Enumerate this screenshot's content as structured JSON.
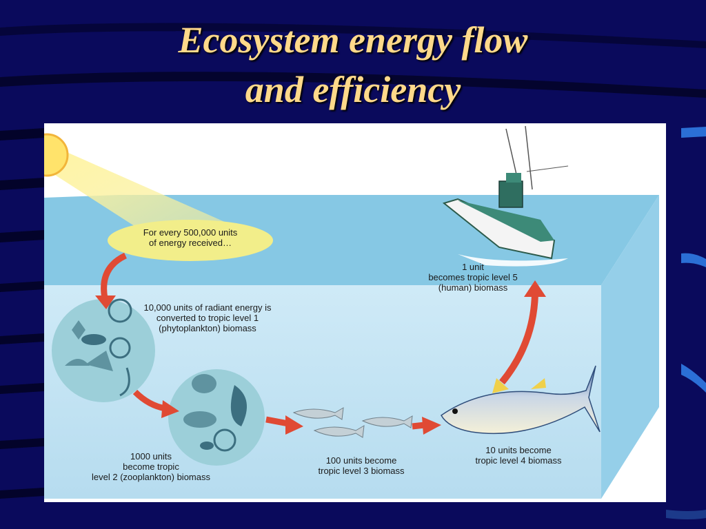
{
  "title": {
    "line1": "Ecosystem energy flow",
    "line2": "and efficiency"
  },
  "colors": {
    "background": "#0a0a5c",
    "title": "#ffd98a",
    "water_surface": "#7ec3e0",
    "water_front": "#bfe3f3",
    "water_side": "#8fcbe8",
    "arrow": "#e04a34",
    "sun": "#ffe36b",
    "callout": "#f2ee8a"
  },
  "diagram": {
    "sun_callout": {
      "line1": "For every 500,000 units",
      "line2": "of energy received…"
    },
    "level1": {
      "line1": "10,000 units of radiant energy is",
      "line2": "converted to tropic level 1",
      "line3": "(phytoplankton) biomass"
    },
    "level2": {
      "line1": "1000 units",
      "line2": "become tropic",
      "line3": "level 2 (zooplankton) biomass"
    },
    "level3": {
      "line1": "100 units become",
      "line2": "tropic level 3 biomass"
    },
    "level4": {
      "line1": "10 units become",
      "line2": "tropic level 4 biomass"
    },
    "level5": {
      "line1": "1 unit",
      "line2": "becomes tropic level 5",
      "line3": "(human) biomass"
    }
  }
}
